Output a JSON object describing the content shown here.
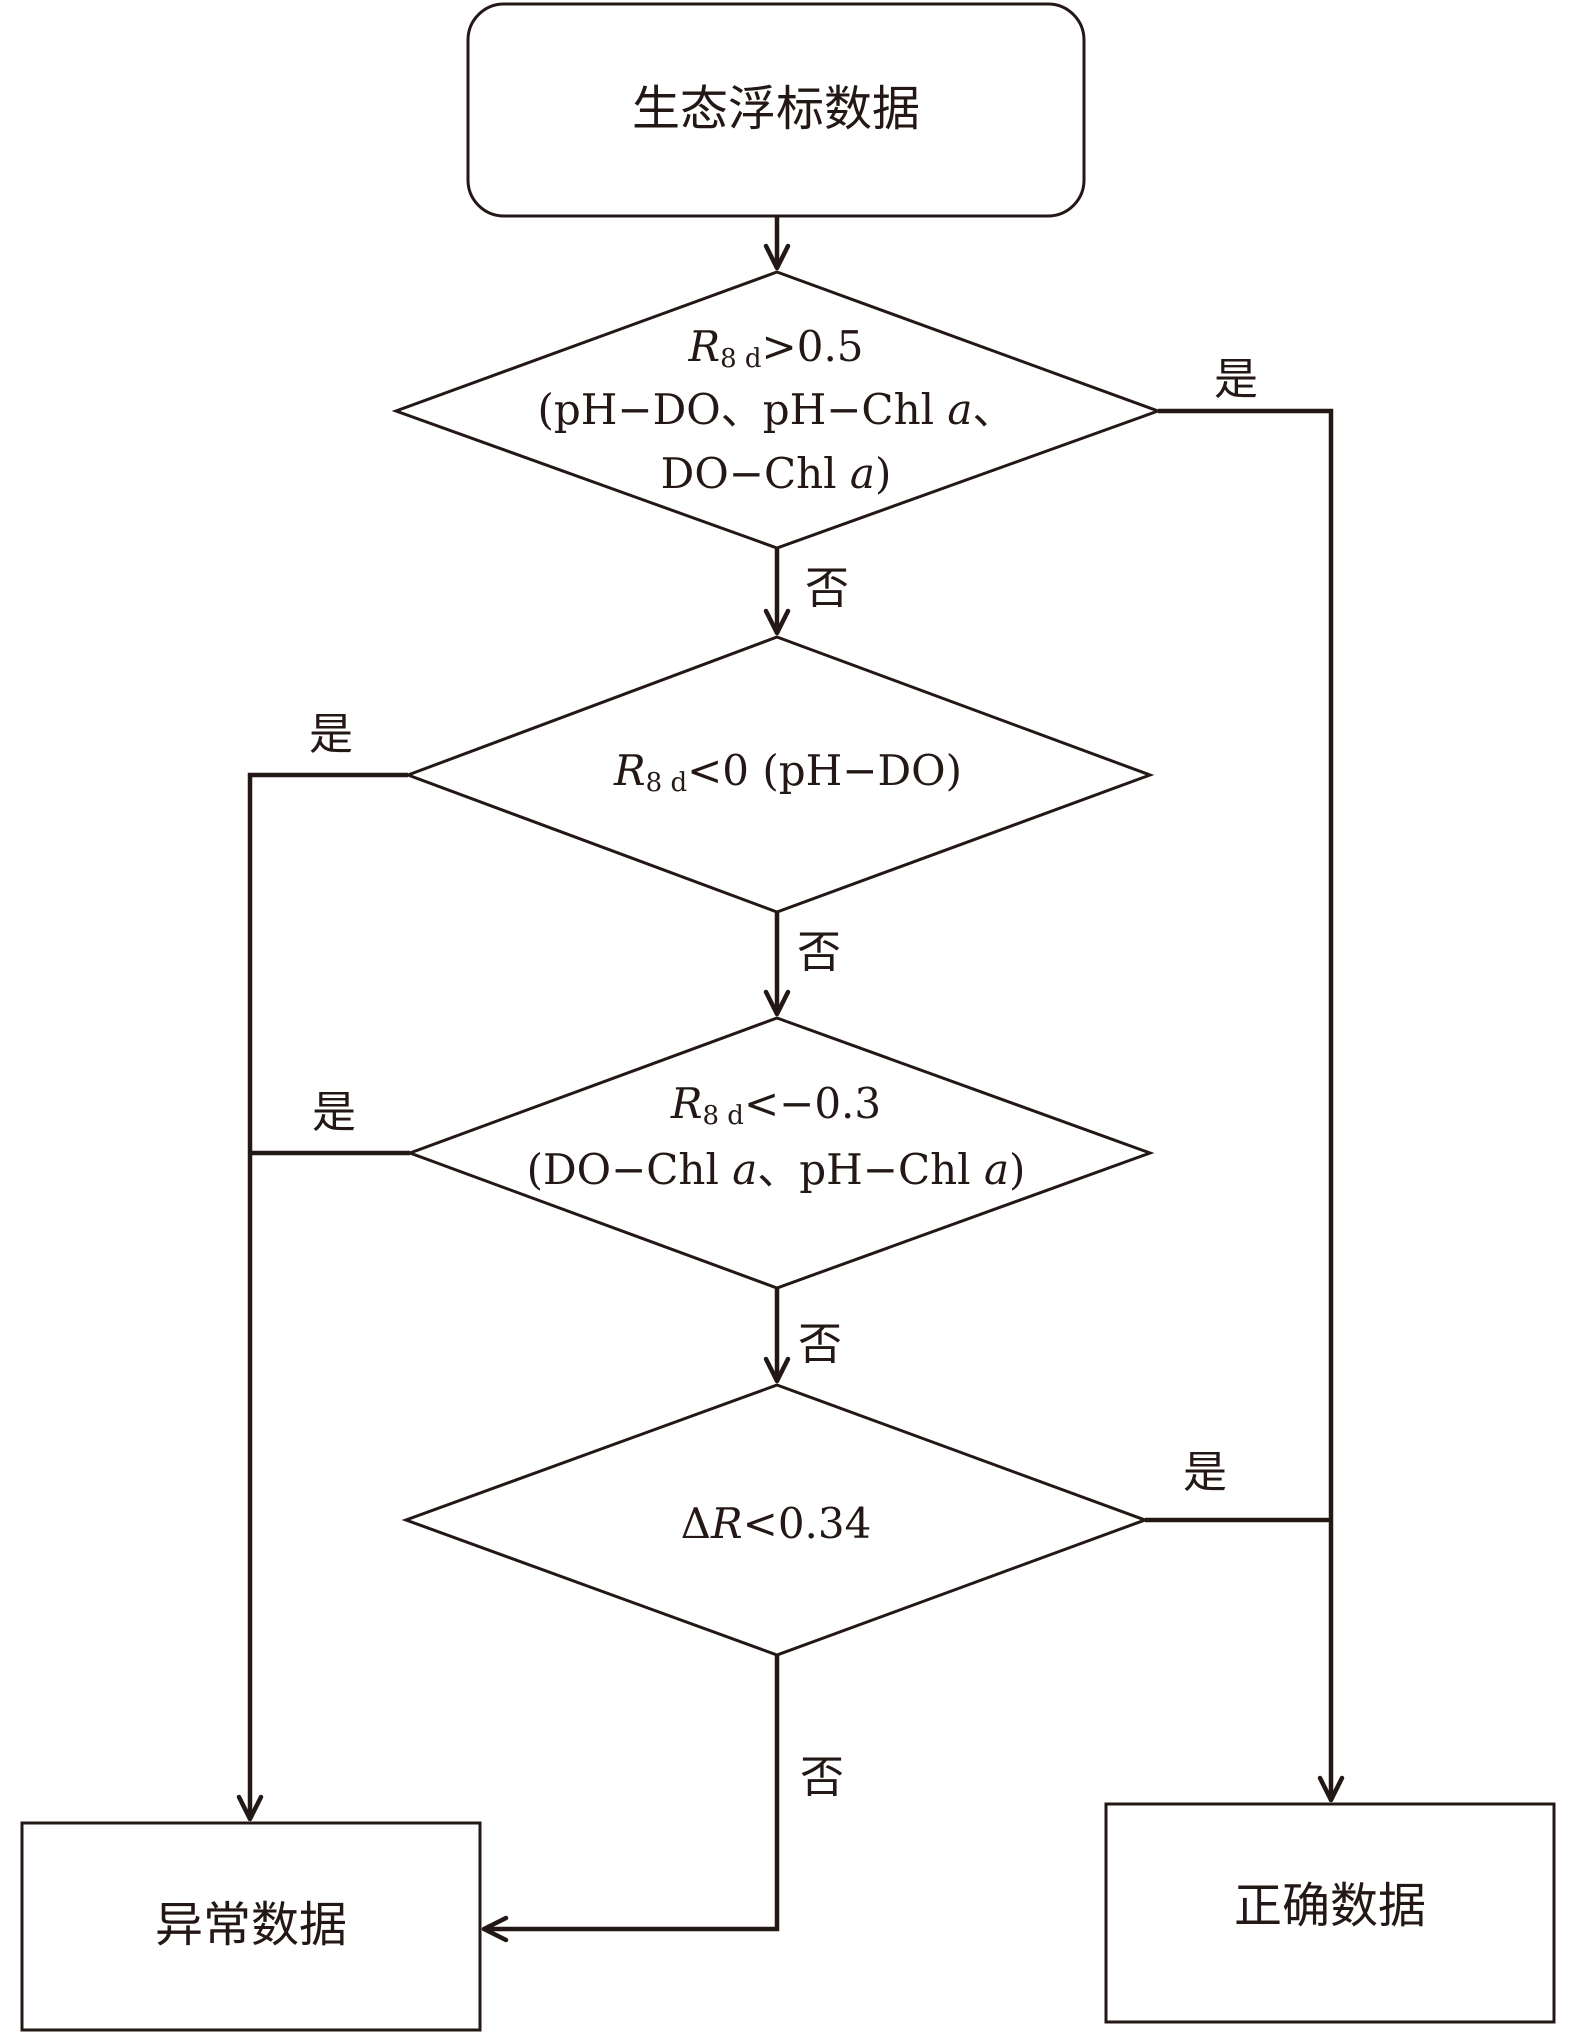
{
  "nodes": {
    "start": {
      "label": "生态浮标数据"
    },
    "decision1": {
      "line1_var": "R",
      "line1_sub": "8 d",
      "line1_rest": ">0.5",
      "line2_a": "(pH−DO、pH−Chl ",
      "line2_b": "a",
      "line2_c": "、",
      "line3_a": "DO−Chl ",
      "line3_b": "a",
      "line3_c": ")"
    },
    "decision2": {
      "var": "R",
      "sub": "8 d",
      "rest": "<0 (pH−DO)"
    },
    "decision3": {
      "line1_var": "R",
      "line1_sub": "8 d",
      "line1_rest": "<−0.3",
      "line2_a": "(DO−Chl ",
      "line2_b": "a",
      "line2_c": "、pH−Chl ",
      "line2_d": "a",
      "line2_e": ")"
    },
    "decision4": {
      "prefix": "Δ",
      "var": "R",
      "rest": "<0.34"
    },
    "abnormal": {
      "label": "异常数据"
    },
    "correct": {
      "label": "正确数据"
    }
  },
  "edges": {
    "yes": "是",
    "no": "否"
  }
}
